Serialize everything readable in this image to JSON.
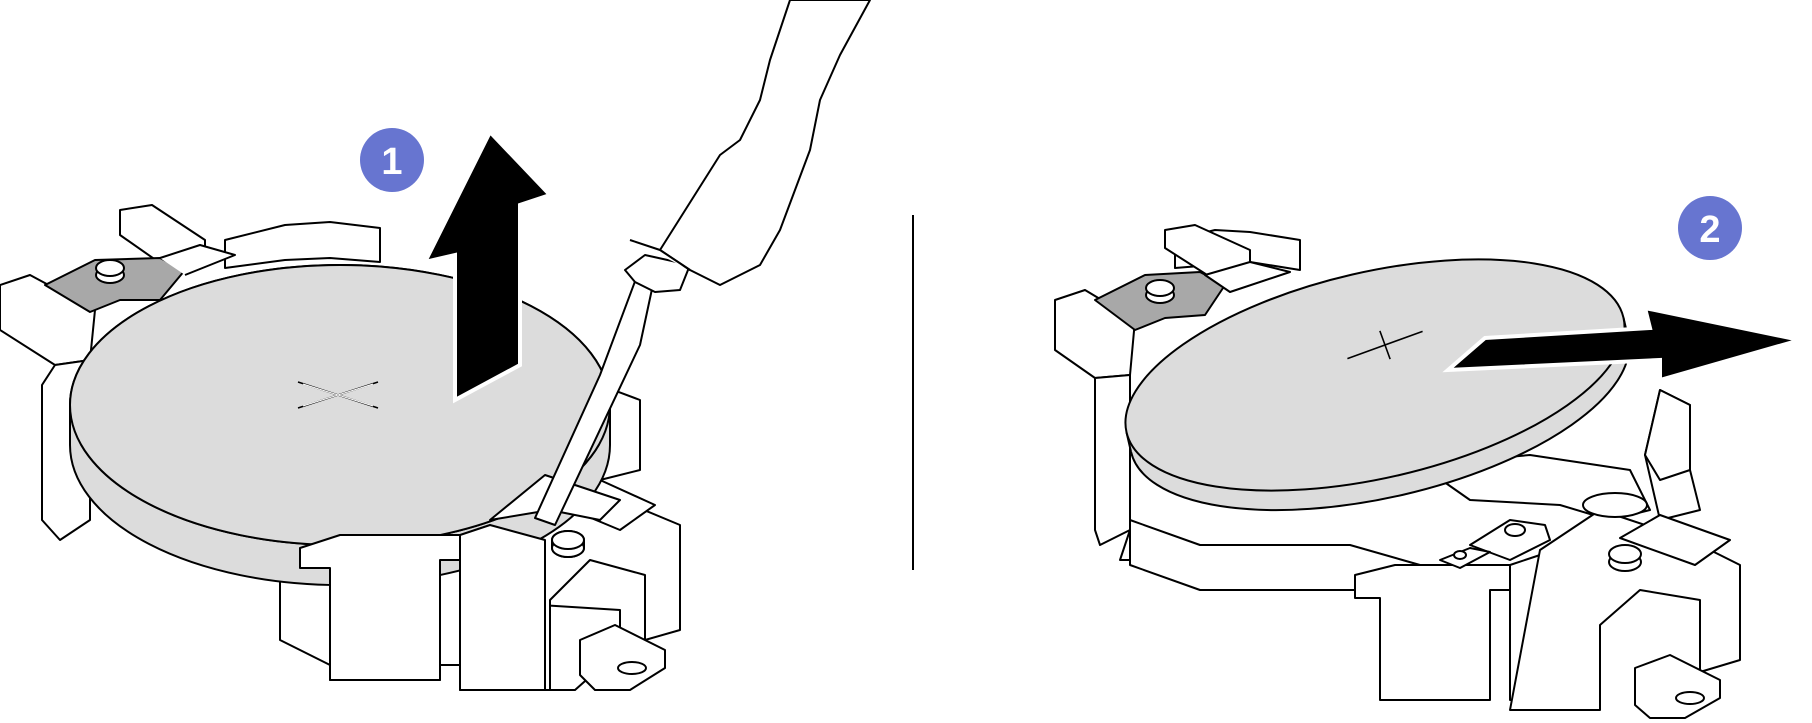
{
  "steps": [
    {
      "number": "1",
      "action": "lift"
    },
    {
      "number": "2",
      "action": "slide-out"
    }
  ],
  "colors": {
    "step_badge": "#6775d0",
    "battery_fill": "#dcdcdc",
    "contact_grey": "#a8a8a8",
    "line": "#000000",
    "arrow": "#000000",
    "background": "#ffffff"
  },
  "icons": {
    "battery": "coin-cell-battery-icon",
    "tool": "flat-screwdriver-icon",
    "lift_arrow": "arrow-up-icon",
    "remove_arrow": "arrow-right-icon"
  }
}
